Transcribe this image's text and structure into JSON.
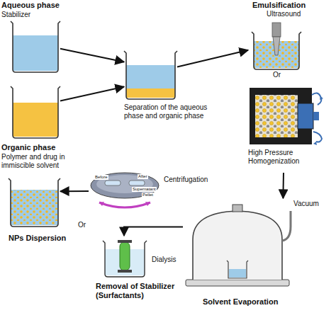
{
  "diagram": {
    "nodes": [
      {
        "text": [
          "Aqueous phase",
          "Stabilizer"
        ]
      },
      {
        "text": [
          "Organic phase",
          "Polymer and drug in immiscible solvent"
        ]
      },
      {
        "text": [
          "Separation of the aqueous phase and organic phase"
        ]
      },
      {
        "text": [
          "Emulsification",
          "Ultrasound"
        ]
      },
      {
        "text": [
          "High Pressure Homogenization"
        ]
      },
      {
        "text": [
          "Solvent Evaporation"
        ]
      },
      {
        "text": [
          "Centrifugation"
        ]
      },
      {
        "text": [
          "Dialysis"
        ]
      },
      {
        "text": [
          "NPs Dispersion"
        ]
      }
    ],
    "edges": [
      {
        "from": 0,
        "to": 2,
        "arrow": "to"
      },
      {
        "from": 1,
        "to": 2,
        "arrow": "to"
      },
      {
        "from": 2,
        "to": 3,
        "arrow": "to"
      },
      {
        "from": 4,
        "to": 5,
        "arrow": "to"
      },
      {
        "from": 5,
        "to": 7,
        "arrow": "to"
      },
      {
        "from": 6,
        "to": 8,
        "arrow": "to"
      }
    ],
    "labels": [
      "Or",
      "Vacuum",
      "Before",
      "After",
      "Supernatant",
      "Pellet",
      "Or",
      "Removal of Stabilizer (Surfactants)"
    ]
  }
}
